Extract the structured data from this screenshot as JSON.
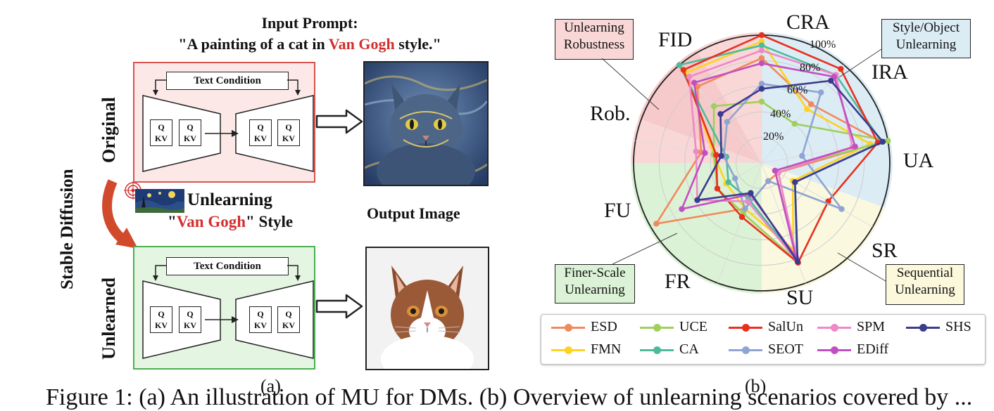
{
  "figure": {
    "panel_a": {
      "prompt_title": "Input Prompt:",
      "prompt_pre": "\"A painting of a cat in ",
      "prompt_highlight": "Van Gogh",
      "prompt_post": " style.\"",
      "original_label": "Original",
      "unlearned_label": "Unlearned",
      "side_label": "Stable Diffusion",
      "text_condition": "Text Condition",
      "qkv_q": "Q",
      "qkv_kv": "KV",
      "unlearning_line1": "Unlearning",
      "unlearning_quote_open": "\"",
      "unlearning_highlight": "Van Gogh",
      "unlearning_quote_close": "\" Style",
      "output_label": "Output Image",
      "sub_label": "(a)"
    },
    "panel_b": {
      "sub_label": "(b)",
      "callouts": {
        "unlearning_robustness": [
          "Unlearning",
          "Robustness"
        ],
        "style_object": [
          "Style/Object",
          "Unlearning"
        ],
        "finer_scale": [
          "Finer-Scale",
          "Unlearning"
        ],
        "sequential": [
          "Sequential",
          "Unlearning"
        ]
      },
      "colors": {
        "ESD": "#f08a5d",
        "UCE": "#9ed05a",
        "SalUn": "#e8301e",
        "SPM": "#ee88c8",
        "SHS": "#3b3b8f",
        "FMN": "#ffd21f",
        "CA": "#4dbb9b",
        "SEOT": "#8ea4d2",
        "EDiff": "#c24fc2"
      }
    },
    "caption_fragment": "Figure 1: (a) An illustration of MU for DMs. (b) Overview of unlearning scenarios covered by ..."
  },
  "chart_data": {
    "type": "radar",
    "axes": [
      "CRA",
      "IRA",
      "UA",
      "SR",
      "SU",
      "FR",
      "FU",
      "Rob.",
      "FID"
    ],
    "rlabels": [
      "20%",
      "40%",
      "60%",
      "80%",
      "100%"
    ],
    "rlim": [
      0,
      100
    ],
    "series": [
      {
        "name": "ESD",
        "values": [
          82,
          60,
          95,
          15,
          15,
          38,
          95,
          48,
          78
        ]
      },
      {
        "name": "FMN",
        "values": [
          95,
          55,
          86,
          28,
          72,
          38,
          32,
          38,
          92
        ]
      },
      {
        "name": "UCE",
        "values": [
          48,
          40,
          100,
          12,
          82,
          42,
          40,
          38,
          58
        ]
      },
      {
        "name": "CA",
        "values": [
          92,
          90,
          95,
          30,
          80,
          30,
          30,
          28,
          100
        ]
      },
      {
        "name": "SalUn",
        "values": [
          100,
          96,
          92,
          60,
          83,
          45,
          40,
          36,
          95
        ]
      },
      {
        "name": "SEOT",
        "values": [
          62,
          72,
          32,
          72,
          15,
          38,
          24,
          30,
          42
        ]
      },
      {
        "name": "SPM",
        "values": [
          88,
          90,
          72,
          15,
          82,
          32,
          58,
          52,
          88
        ]
      },
      {
        "name": "EDiff",
        "values": [
          78,
          88,
          74,
          12,
          78,
          26,
          72,
          45,
          82
        ]
      },
      {
        "name": "SHS",
        "values": [
          58,
          84,
          96,
          30,
          82,
          25,
          58,
          32,
          50
        ]
      }
    ],
    "legend": "bottom",
    "grid": true
  }
}
